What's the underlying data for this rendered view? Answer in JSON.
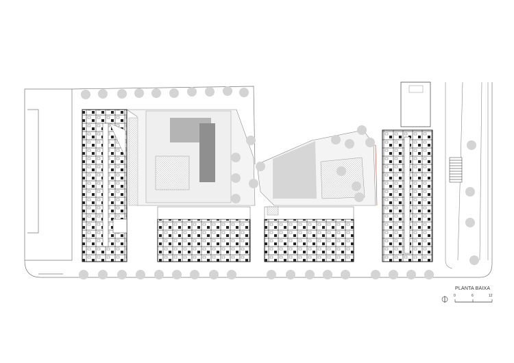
{
  "plan": {
    "title": "PLANTA BAIXA",
    "scale_labels": [
      "0",
      "6",
      "12"
    ],
    "north_arrow": "north-arrow-icon",
    "colors": {
      "line": "#555555",
      "dark_line": "#222222",
      "courtyard": "#f1f1f1",
      "hatch": "#d8d8d8",
      "roof_dark": "#8f8f8f",
      "roof_mid": "#b4b4b4",
      "tree": "#d4d4d4",
      "accent": "#c0392b"
    }
  }
}
